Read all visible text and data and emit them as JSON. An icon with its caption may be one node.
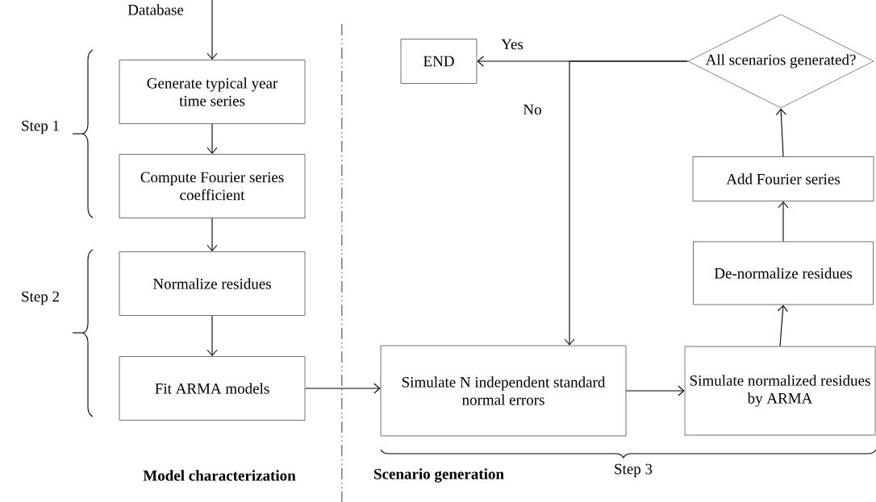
{
  "diagram": {
    "nodes": [
      {
        "text": [
          "Generate typical year time series"
        ]
      },
      {
        "text": [
          "Compute Fourier series coefficient"
        ]
      },
      {
        "text": [
          "Normalize residues"
        ]
      },
      {
        "text": [
          "Fit ARMA models"
        ]
      },
      {
        "text": [
          "Simulate N independent standard normal errors"
        ]
      },
      {
        "text": [
          "Simulate normalized residues by ARMA"
        ]
      },
      {
        "text": [
          "De-normalize residues"
        ]
      },
      {
        "text": [
          "Add Fourier series"
        ]
      },
      {
        "text": [
          "All scenarios generated?"
        ]
      },
      {
        "text": [
          "END"
        ]
      }
    ],
    "edges": [
      {
        "from": null,
        "to": 0,
        "arrow": "to",
        "label": "Database"
      },
      {
        "from": 0,
        "to": 1,
        "arrow": "to"
      },
      {
        "from": 1,
        "to": 2,
        "arrow": "to"
      },
      {
        "from": 2,
        "to": 3,
        "arrow": "to"
      },
      {
        "from": 3,
        "to": 4,
        "arrow": "to"
      },
      {
        "from": 4,
        "to": 5,
        "arrow": "to"
      },
      {
        "from": 5,
        "to": 6,
        "arrow": "to"
      },
      {
        "from": 6,
        "to": 7,
        "arrow": "to"
      },
      {
        "from": 7,
        "to": 8,
        "arrow": "to"
      },
      {
        "from": 8,
        "to": 9,
        "arrow": "to",
        "label": "Yes"
      },
      {
        "from": 8,
        "to": 4,
        "arrow": "to",
        "label": "No"
      }
    ],
    "labels": [
      "Step 1",
      "Step 2",
      "Model characterization",
      "Scenario generation",
      "Step 3"
    ]
  }
}
